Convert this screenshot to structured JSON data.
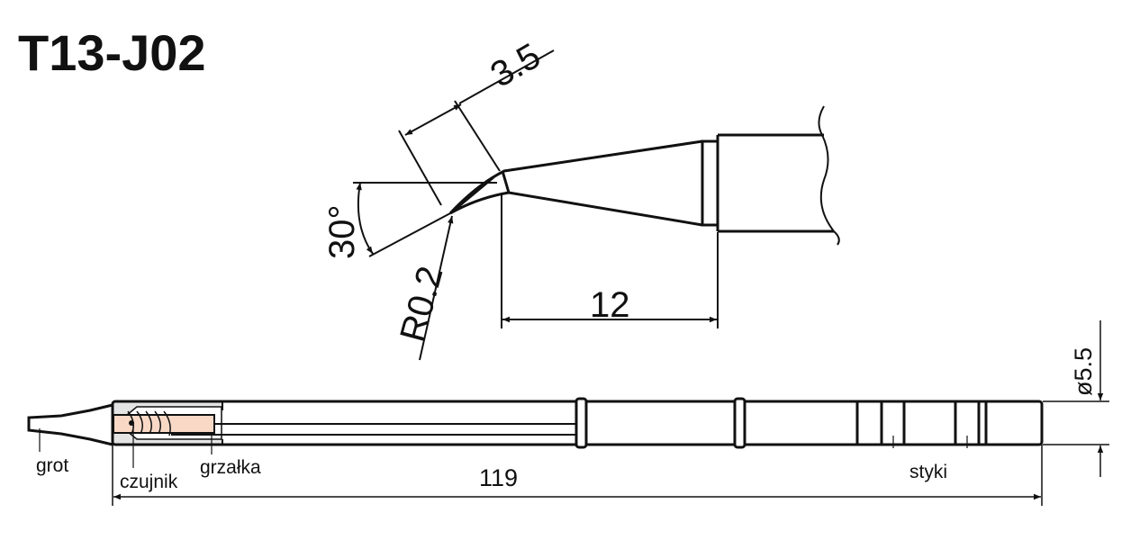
{
  "title": "T13-J02",
  "dimensions": {
    "tip_width": "3.5",
    "angle": "30°",
    "radius": "R0.2",
    "bend_length": "12",
    "total_length": "119",
    "diameter": "ø5.5"
  },
  "labels": {
    "grot": "grot",
    "czujnik": "czujnik",
    "grzalka": "grzałka",
    "styki": "styki"
  },
  "colors": {
    "heater": "#f9d9c6",
    "insert": "#e4e4e4",
    "line": "#111111"
  }
}
